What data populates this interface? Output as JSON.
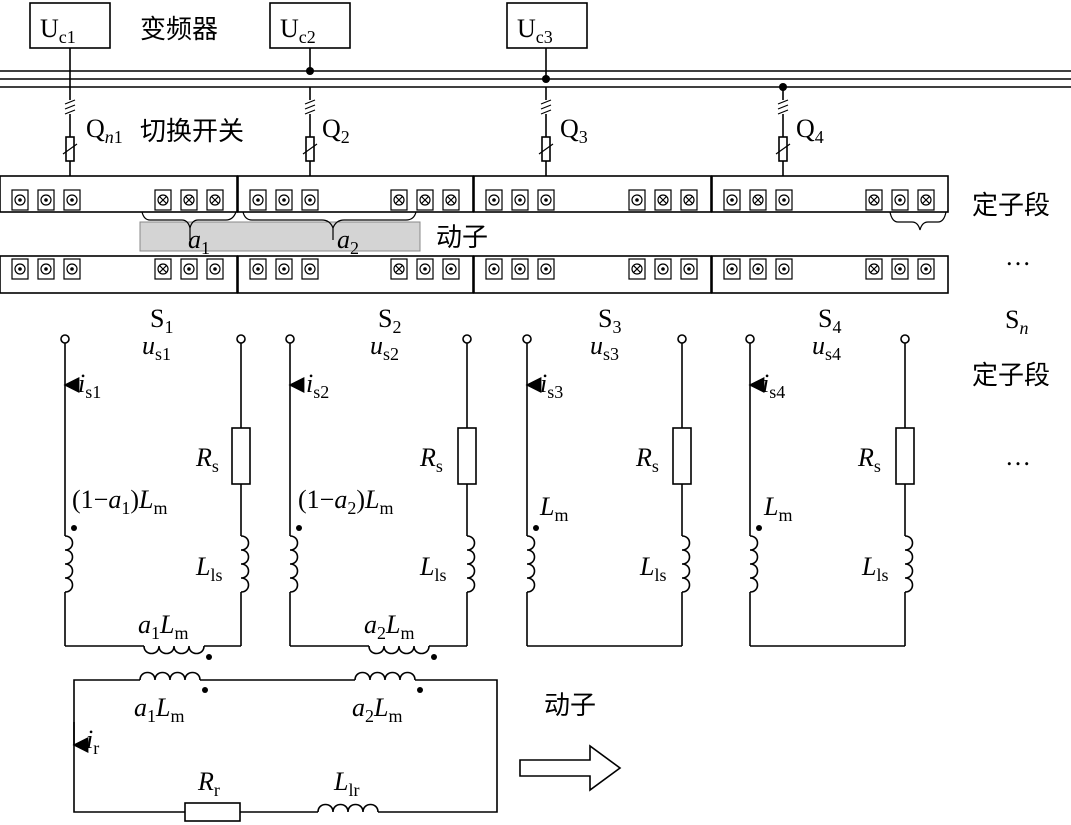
{
  "converters": [
    {
      "label_main": "U",
      "label_sub": "c1"
    },
    {
      "label_main": "U",
      "label_sub": "c2"
    },
    {
      "label_main": "U",
      "label_sub": "c3"
    }
  ],
  "converter_caption": "变频器",
  "switches": [
    {
      "label_main": "Q",
      "label_sub_italic": "n",
      "label_sub": "1"
    },
    {
      "label_main": "Q",
      "label_sub_italic": "",
      "label_sub": "2"
    },
    {
      "label_main": "Q",
      "label_sub_italic": "",
      "label_sub": "3"
    },
    {
      "label_main": "Q",
      "label_sub_italic": "",
      "label_sub": "4"
    }
  ],
  "switch_caption": "切换开关",
  "stator_segment_label": "定子段",
  "mover_label": "动子",
  "ellipsis": "…",
  "overlap_labels": [
    {
      "main": "a",
      "sub": "1"
    },
    {
      "main": "a",
      "sub": "2"
    }
  ],
  "segments": [
    {
      "name_main": "S",
      "name_sub": "1",
      "voltage_main": "u",
      "voltage_sub": "s1",
      "current_main": "i",
      "current_sub": "s1",
      "lm_text": "(1−a1)Lm",
      "lm_a": "a",
      "lm_a_sub": "1",
      "resistor_main": "R",
      "resistor_sub": "s",
      "leak_main": "L",
      "leak_sub": "ls",
      "coupled_main": "a",
      "coupled_sub": "1"
    },
    {
      "name_main": "S",
      "name_sub": "2",
      "voltage_main": "u",
      "voltage_sub": "s2",
      "current_main": "i",
      "current_sub": "s2",
      "lm_text": "(1−a2)Lm",
      "lm_a": "a",
      "lm_a_sub": "2",
      "resistor_main": "R",
      "resistor_sub": "s",
      "leak_main": "L",
      "leak_sub": "ls",
      "coupled_main": "a",
      "coupled_sub": "2"
    },
    {
      "name_main": "S",
      "name_sub": "3",
      "voltage_main": "u",
      "voltage_sub": "s3",
      "current_main": "i",
      "current_sub": "s3",
      "lm_text": "Lm",
      "resistor_main": "R",
      "resistor_sub": "s",
      "leak_main": "L",
      "leak_sub": "ls"
    },
    {
      "name_main": "S",
      "name_sub": "4",
      "voltage_main": "u",
      "voltage_sub": "s4",
      "current_main": "i",
      "current_sub": "s4",
      "lm_text": "Lm",
      "resistor_main": "R",
      "resistor_sub": "s",
      "leak_main": "L",
      "leak_sub": "ls"
    }
  ],
  "segment_n": {
    "main": "S",
    "sub": "n"
  },
  "lm_main": "L",
  "lm_sub": "m",
  "lm_open": "(1−",
  "lm_close": ")",
  "rotor": {
    "current_main": "i",
    "current_sub": "r",
    "resistor_main": "R",
    "resistor_sub": "r",
    "leak_main": "L",
    "leak_sub": "lr",
    "coupled": [
      {
        "main": "a",
        "sub": "1"
      },
      {
        "main": "a",
        "sub": "2"
      }
    ]
  }
}
